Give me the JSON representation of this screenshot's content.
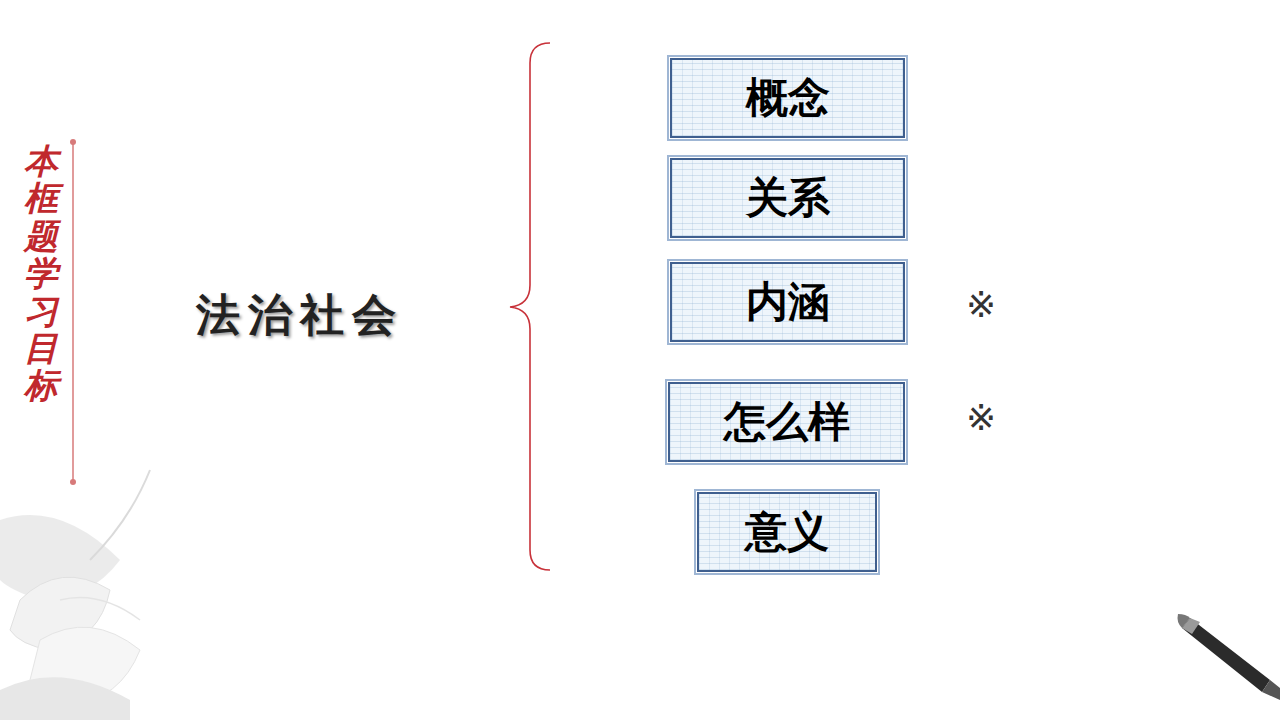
{
  "diagram": {
    "nodes": [
      {
        "text": [
          "概念"
        ]
      },
      {
        "text": [
          "关系"
        ]
      },
      {
        "text": [
          "内涵"
        ]
      },
      {
        "text": [
          "怎么样"
        ]
      },
      {
        "text": [
          "意义"
        ]
      }
    ],
    "labels": [
      "本框题学习目标",
      "法治社会",
      "※",
      "※"
    ]
  }
}
